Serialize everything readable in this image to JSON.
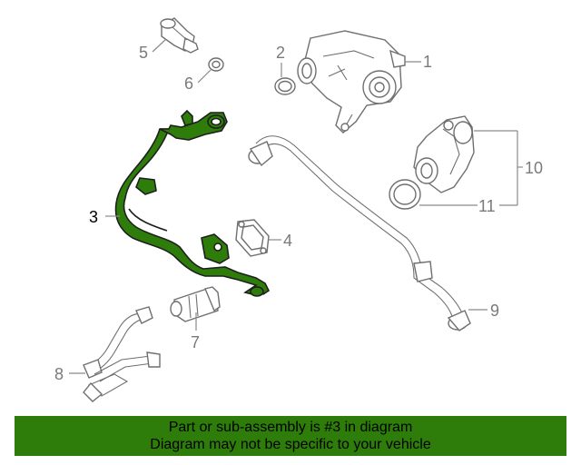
{
  "colors": {
    "highlight": "#2e7d0b",
    "banner": "#2e7d0b",
    "line": "#7a7a7a"
  },
  "callouts": {
    "c1": "1",
    "c2": "2",
    "c3": "3",
    "c4": "4",
    "c5": "5",
    "c6": "6",
    "c7": "7",
    "c8": "8",
    "c9": "9",
    "c10": "10",
    "c11": "11"
  },
  "banner": {
    "line1": "Part or sub-assembly is #3 in diagram",
    "line2": "Diagram may not be specific to your vehicle"
  }
}
